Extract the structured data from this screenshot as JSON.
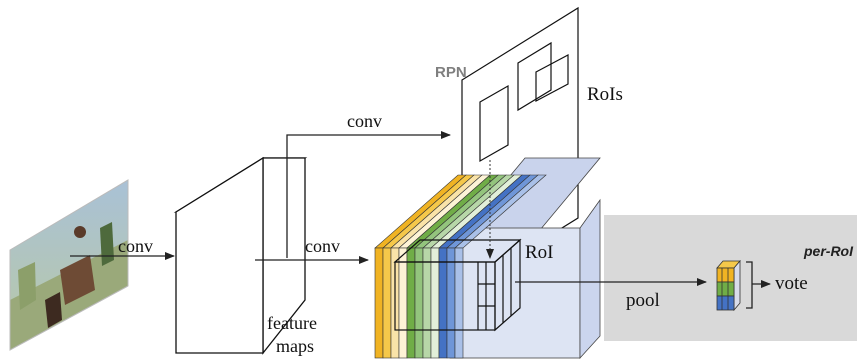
{
  "labels": {
    "rpn": "RPN",
    "rois": "RoIs",
    "conv_top": "conv",
    "conv_input": "conv",
    "conv_mid": "conv",
    "roi": "RoI",
    "feature_line1": "feature",
    "feature_line2": "maps",
    "pool": "pool",
    "vote": "vote",
    "per_roi": "per-RoI"
  },
  "colors": {
    "rpn_label": "#7f7f7f",
    "per_roi_panel": "#d9d9d9",
    "score_map_yellow": "#f0b323",
    "score_map_green": "#70ad47",
    "score_map_blue": "#4472c4",
    "score_map_back": "#dde4f3"
  },
  "icons": {
    "input_photo": "photo-of-people-riding-horses"
  }
}
